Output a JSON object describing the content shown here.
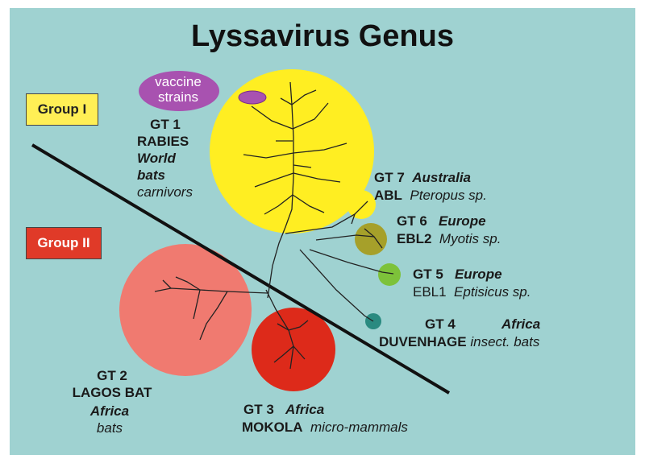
{
  "title": "Lyssavirus Genus",
  "groups": {
    "group1": "Group I",
    "group2": "Group II"
  },
  "vaccine": {
    "line1": "vaccine",
    "line2": "strains"
  },
  "genotypes": {
    "gt1": {
      "id": "GT 1",
      "name": "RABIES",
      "host1": "World",
      "host2": "bats",
      "host3": "carnivors"
    },
    "gt2": {
      "id": "GT 2",
      "name": "LAGOS BAT",
      "region": "Africa",
      "host": "bats"
    },
    "gt3": {
      "id": "GT 3",
      "name": "MOKOLA",
      "region": "Africa",
      "host": "micro-mammals"
    },
    "gt4": {
      "id": "GT 4",
      "name": "DUVENHAGE",
      "region": "Africa",
      "host": "insect. bats"
    },
    "gt5": {
      "id": "GT 5",
      "name": "EBL1",
      "region": "Europe",
      "host": "Eptisicus sp."
    },
    "gt6": {
      "id": "GT 6",
      "name": "EBL2",
      "region": "Europe",
      "host": "Myotis sp."
    },
    "gt7": {
      "id": "GT 7",
      "name": "ABL",
      "region": "Australia",
      "host": "Pteropus sp."
    }
  },
  "colors": {
    "background": "#9fd2d1",
    "gt1": "#ffee22",
    "gt2": "#f07a70",
    "gt3": "#dd2a1a",
    "gt5": "#7dc23a",
    "gt6": "#a6a02a",
    "gt4": "#2a8a80",
    "vaccine": "#a852b0"
  }
}
